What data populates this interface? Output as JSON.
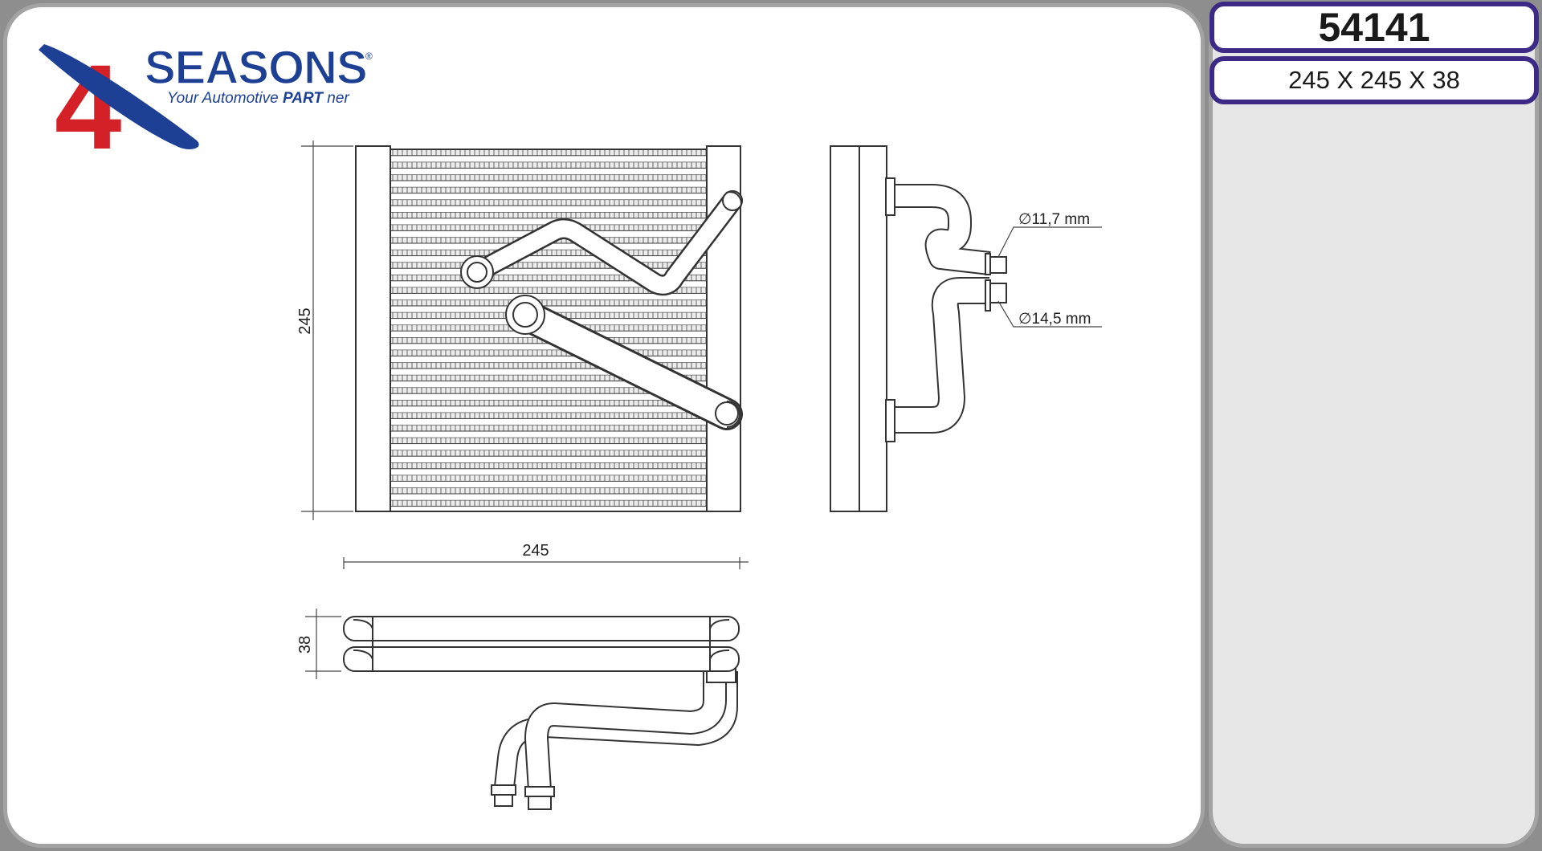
{
  "header": {
    "part_number": "54141",
    "dimensions": "245 X 245 X 38"
  },
  "logo": {
    "numeral": "4",
    "brand": "SEASONS",
    "registered": "®",
    "tagline_1": "Your Automotive",
    "tagline_2": "PART",
    "tagline_3": "ner"
  },
  "drawing": {
    "front_height_label": "245",
    "front_width_label": "245",
    "depth_label": "38",
    "pipe_small_label": "∅11,7 mm",
    "pipe_large_label": "∅14,5 mm"
  },
  "colors": {
    "accent": "#3d2a87",
    "logo_red": "#d42027",
    "logo_blue": "#1d3f94",
    "frame": "#a3a3a3"
  }
}
